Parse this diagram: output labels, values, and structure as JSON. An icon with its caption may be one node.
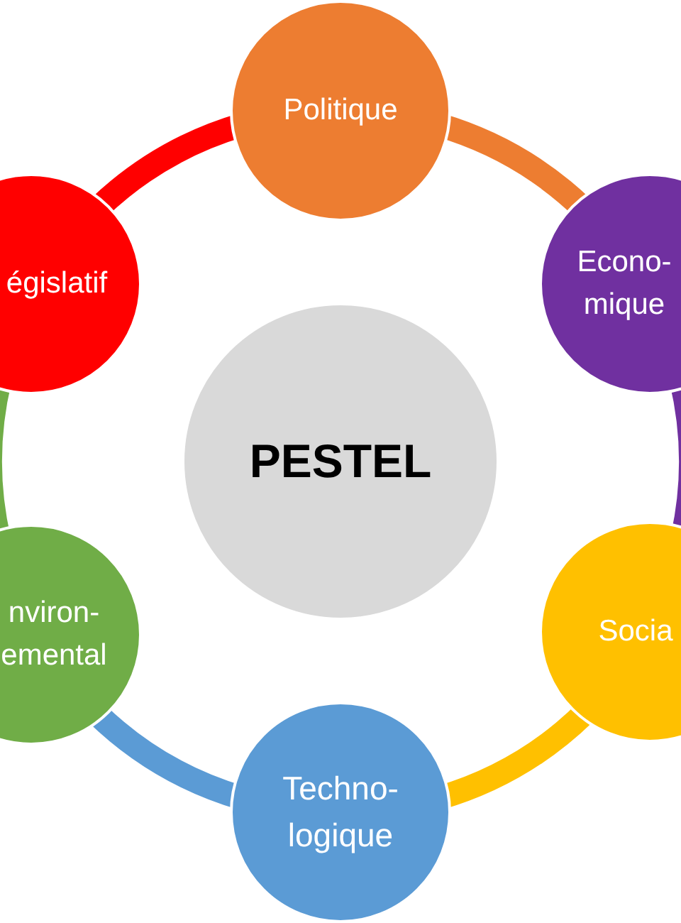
{
  "diagram": {
    "nodes": [
      {
        "text": [
          "PESTEL"
        ]
      },
      {
        "text": [
          "Politique"
        ]
      },
      {
        "text": [
          "Econo- mique"
        ]
      },
      {
        "text": [
          "Socia"
        ]
      },
      {
        "text": [
          "Techno- logique"
        ]
      },
      {
        "text": [
          "nviron- emental"
        ]
      },
      {
        "text": [
          "égislatif"
        ]
      }
    ],
    "edges": [
      {
        "from": 1,
        "to": 2,
        "arrow": "none",
        "color": "#ed7d31"
      },
      {
        "from": 2,
        "to": 3,
        "arrow": "none",
        "color": "#7030a0"
      },
      {
        "from": 3,
        "to": 4,
        "arrow": "none",
        "color": "#ffc000"
      },
      {
        "from": 4,
        "to": 5,
        "arrow": "none",
        "color": "#5b9bd5"
      },
      {
        "from": 5,
        "to": 6,
        "arrow": "none",
        "color": "#70ad47"
      },
      {
        "from": 6,
        "to": 1,
        "arrow": "none",
        "color": "#ff0000"
      }
    ]
  }
}
